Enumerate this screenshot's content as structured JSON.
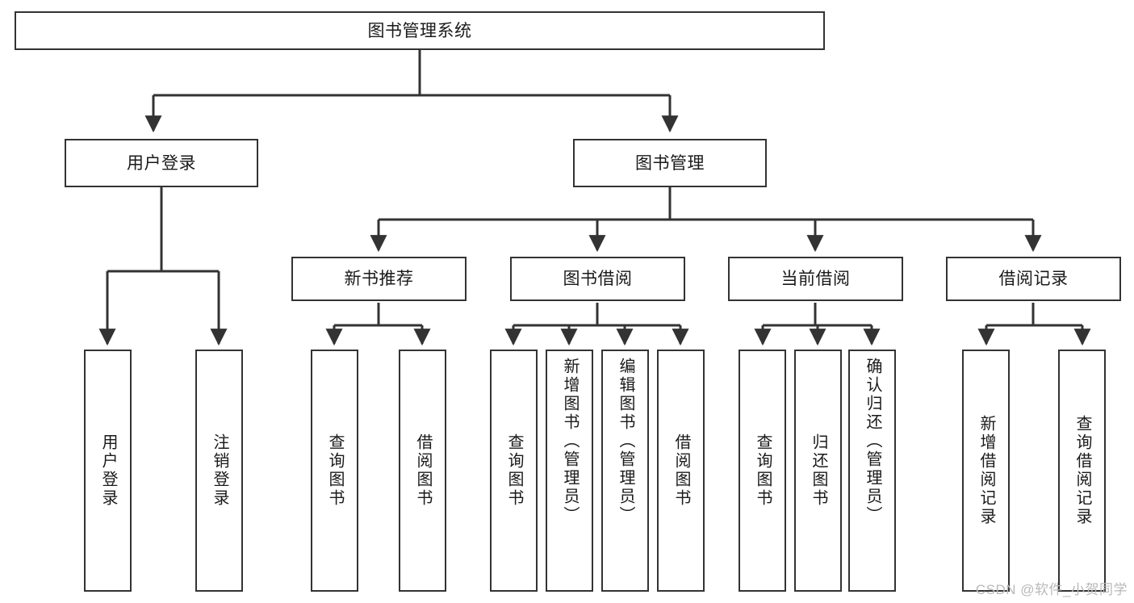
{
  "diagram": {
    "title": "图书管理系统",
    "type": "hierarchy-tree",
    "watermark": "CSDN @软件_小贺同学",
    "colors": {
      "stroke": "#333333",
      "box_fill": "#ffffff",
      "text": "#1a1a1a",
      "watermark": "#b9b9b9",
      "background": "#ffffff"
    },
    "nodes": {
      "root": {
        "label": "图书管理系统"
      },
      "level2": [
        {
          "id": "user_login",
          "label": "用户登录"
        },
        {
          "id": "book_manage",
          "label": "图书管理"
        }
      ],
      "level3": [
        {
          "id": "new_book_rec",
          "label": "新书推荐"
        },
        {
          "id": "book_borrow",
          "label": "图书借阅"
        },
        {
          "id": "current_borrow",
          "label": "当前借阅"
        },
        {
          "id": "borrow_record",
          "label": "借阅记录"
        }
      ],
      "leaves": {
        "user_login": [
          {
            "id": "leaf_user_login",
            "label": "用户登录"
          },
          {
            "id": "leaf_logout",
            "label": "注销登录"
          }
        ],
        "new_book_rec": [
          {
            "id": "leaf_query_book_1",
            "label": "查询图书"
          },
          {
            "id": "leaf_borrow_book_1",
            "label": "借阅图书"
          }
        ],
        "book_borrow": [
          {
            "id": "leaf_query_book_2",
            "label": "查询图书"
          },
          {
            "id": "leaf_add_book",
            "label": "新增图书（管理员）"
          },
          {
            "id": "leaf_edit_book",
            "label": "编辑图书（管理员）"
          },
          {
            "id": "leaf_borrow_book_2",
            "label": "借阅图书"
          }
        ],
        "current_borrow": [
          {
            "id": "leaf_query_book_3",
            "label": "查询图书"
          },
          {
            "id": "leaf_return_book",
            "label": "归还图书"
          },
          {
            "id": "leaf_confirm_return",
            "label": "确认归还（管理员）"
          }
        ],
        "borrow_record": [
          {
            "id": "leaf_add_record",
            "label": "新增借阅记录"
          },
          {
            "id": "leaf_query_record",
            "label": "查询借阅记录"
          }
        ]
      }
    }
  }
}
